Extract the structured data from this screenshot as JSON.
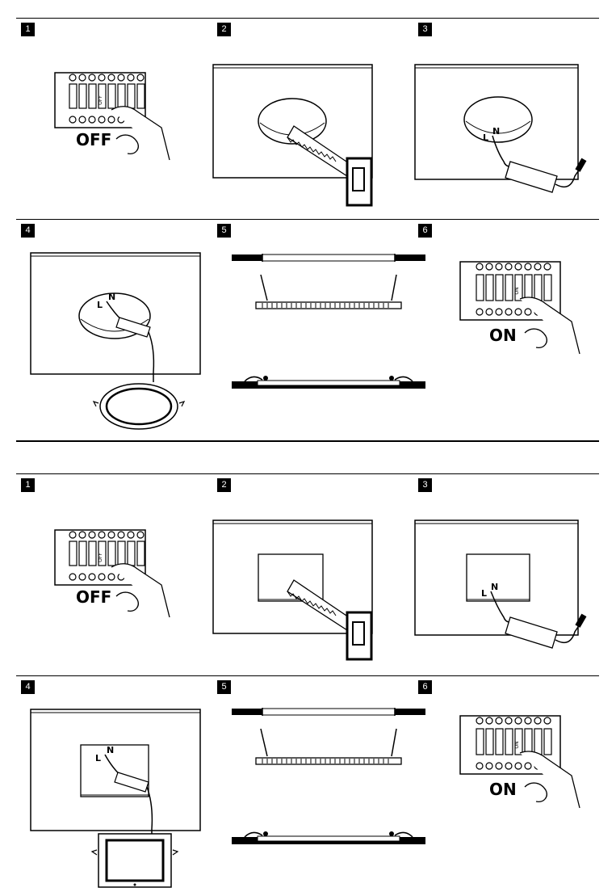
{
  "sections": [
    {
      "shape": "round",
      "steps": [
        {
          "number": "1",
          "switch_label": "OFF",
          "breaker_tag": "OFF"
        },
        {
          "number": "2"
        },
        {
          "number": "3",
          "wire_l": "L",
          "wire_n": "N"
        },
        {
          "number": "4",
          "wire_l": "L",
          "wire_n": "N"
        },
        {
          "number": "5"
        },
        {
          "number": "6",
          "switch_label": "ON",
          "breaker_tag": "ON"
        }
      ]
    },
    {
      "shape": "square",
      "steps": [
        {
          "number": "1",
          "switch_label": "OFF",
          "breaker_tag": "OFF"
        },
        {
          "number": "2"
        },
        {
          "number": "3",
          "wire_l": "L",
          "wire_n": "N"
        },
        {
          "number": "4",
          "wire_l": "L",
          "wire_n": "N"
        },
        {
          "number": "5"
        },
        {
          "number": "6",
          "switch_label": "ON",
          "breaker_tag": "ON"
        }
      ]
    }
  ],
  "colors": {
    "ink": "#000000",
    "paper": "#ffffff"
  }
}
